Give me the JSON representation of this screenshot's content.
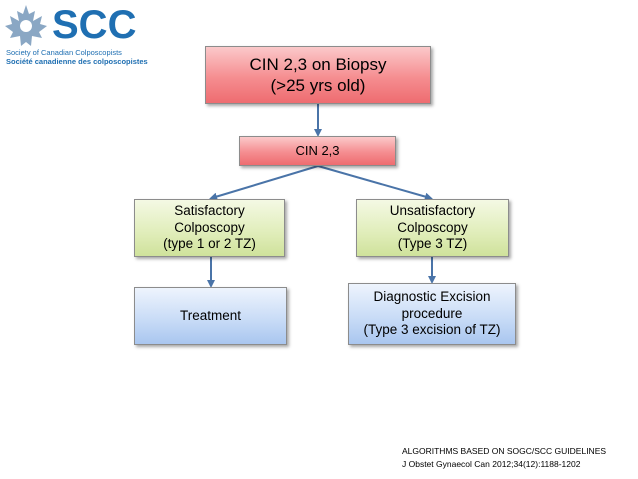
{
  "logo": {
    "acronym": "SCC",
    "name_en": "Society of Canadian Colposcopists",
    "name_fr": "Société canadienne des colposcopistes"
  },
  "flowchart": {
    "top": {
      "line1": "CIN 2,3 on Biopsy",
      "line2": "(>25 yrs old)"
    },
    "cin": {
      "label": "CIN 2,3"
    },
    "satisfactory": {
      "line1": "Satisfactory",
      "line2": "Colposcopy",
      "line3": "(type 1 or 2 TZ)"
    },
    "unsatisfactory": {
      "line1": "Unsatisfactory",
      "line2": "Colposcopy",
      "line3": "(Type 3 TZ)"
    },
    "treatment": {
      "label": "Treatment"
    },
    "diagnostic": {
      "line1": "Diagnostic Excision",
      "line2": "procedure",
      "line3": "(Type 3 excision of TZ)"
    }
  },
  "reference": {
    "line1": "ALGORITHMS BASED ON SOGC/SCC GUIDELINES",
    "line2": "J Obstet Gynaecol Can 2012;34(12):1188-1202"
  },
  "colors": {
    "brand": "#1f6fb2",
    "connector": "#4a74a8",
    "top_fill": "#f58d90",
    "decision_fill": "#e0edb9",
    "outcome_fill": "#c6daf6"
  }
}
